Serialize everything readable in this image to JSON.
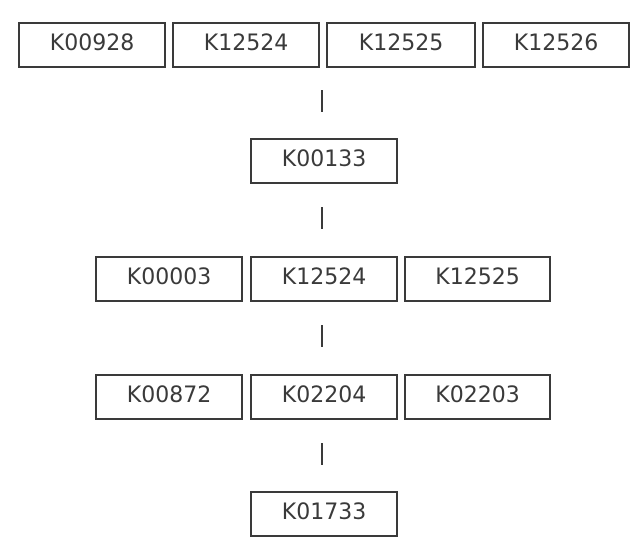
{
  "diagram": {
    "rows": [
      {
        "nodes": [
          "K00928",
          "K12524",
          "K12525",
          "K12526"
        ]
      },
      {
        "nodes": [
          "K00133"
        ]
      },
      {
        "nodes": [
          "K00003",
          "K12524",
          "K12525"
        ]
      },
      {
        "nodes": [
          "K00872",
          "K02204",
          "K02203"
        ]
      },
      {
        "nodes": [
          "K01733"
        ]
      }
    ],
    "connector_glyph": "|"
  }
}
